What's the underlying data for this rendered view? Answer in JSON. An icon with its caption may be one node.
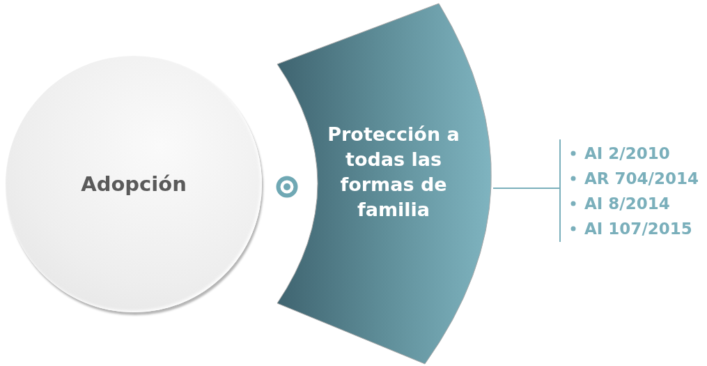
{
  "diagram": {
    "nodes": [
      {
        "text": [
          "Adopción"
        ]
      },
      {
        "text": [
          "Protección a todas las formas de familia"
        ]
      },
      {
        "text": [
          "AI 2/2010",
          "AR 704/2014",
          "AI 8/2014",
          "AI 107/2015"
        ]
      }
    ],
    "edges": [
      {
        "from": 1,
        "to": 2,
        "arrow": "none"
      }
    ]
  }
}
